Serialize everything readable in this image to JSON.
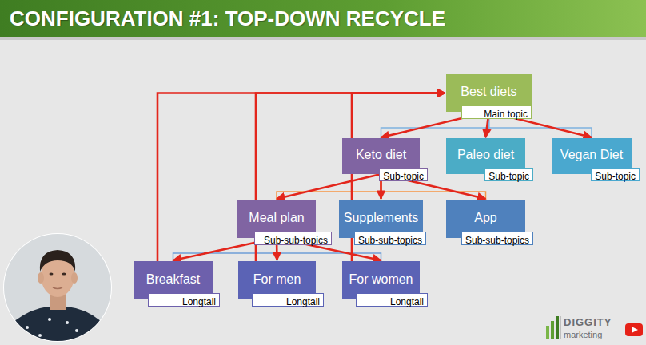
{
  "diagram": {
    "title": "CONFIGURATION #1: TOP-DOWN RECYCLE",
    "nodes": [
      {
        "text": [
          "Best diets",
          "Main topic"
        ]
      },
      {
        "text": [
          "Keto diet",
          "Sub-topic"
        ]
      },
      {
        "text": [
          "Paleo diet",
          "Sub-topic"
        ]
      },
      {
        "text": [
          "Vegan Diet",
          "Sub-topic"
        ]
      },
      {
        "text": [
          "Meal plan",
          "Sub-sub-topics"
        ]
      },
      {
        "text": [
          "Supplements",
          "Sub-sub-topics"
        ]
      },
      {
        "text": [
          "App",
          "Sub-sub-topics"
        ]
      },
      {
        "text": [
          "Breakfast",
          "Longtail"
        ]
      },
      {
        "text": [
          "For men",
          "Longtail"
        ]
      },
      {
        "text": [
          "For women",
          "Longtail"
        ]
      }
    ],
    "edges": [
      {
        "from": 0,
        "to": 1,
        "arrow": "none"
      },
      {
        "from": 0,
        "to": 2,
        "arrow": "none"
      },
      {
        "from": 0,
        "to": 3,
        "arrow": "none"
      },
      {
        "from": 1,
        "to": 4,
        "arrow": "none"
      },
      {
        "from": 1,
        "to": 5,
        "arrow": "none"
      },
      {
        "from": 1,
        "to": 6,
        "arrow": "none"
      },
      {
        "from": 4,
        "to": 7,
        "arrow": "none"
      },
      {
        "from": 4,
        "to": 8,
        "arrow": "none"
      },
      {
        "from": 4,
        "to": 9,
        "arrow": "none"
      },
      {
        "from": 0,
        "to": 1,
        "arrow": "to"
      },
      {
        "from": 0,
        "to": 2,
        "arrow": "to"
      },
      {
        "from": 0,
        "to": 3,
        "arrow": "to"
      },
      {
        "from": 1,
        "to": 4,
        "arrow": "to"
      },
      {
        "from": 1,
        "to": 5,
        "arrow": "to"
      },
      {
        "from": 1,
        "to": 6,
        "arrow": "to"
      },
      {
        "from": 4,
        "to": 7,
        "arrow": "to"
      },
      {
        "from": 4,
        "to": 8,
        "arrow": "to"
      },
      {
        "from": 4,
        "to": 9,
        "arrow": "to"
      },
      {
        "from": 7,
        "to": 0,
        "arrow": "to"
      },
      {
        "from": 8,
        "to": 0,
        "arrow": "to"
      },
      {
        "from": 9,
        "to": 0,
        "arrow": "to"
      }
    ],
    "labels": [
      "DIGGITY",
      "marketing"
    ]
  }
}
